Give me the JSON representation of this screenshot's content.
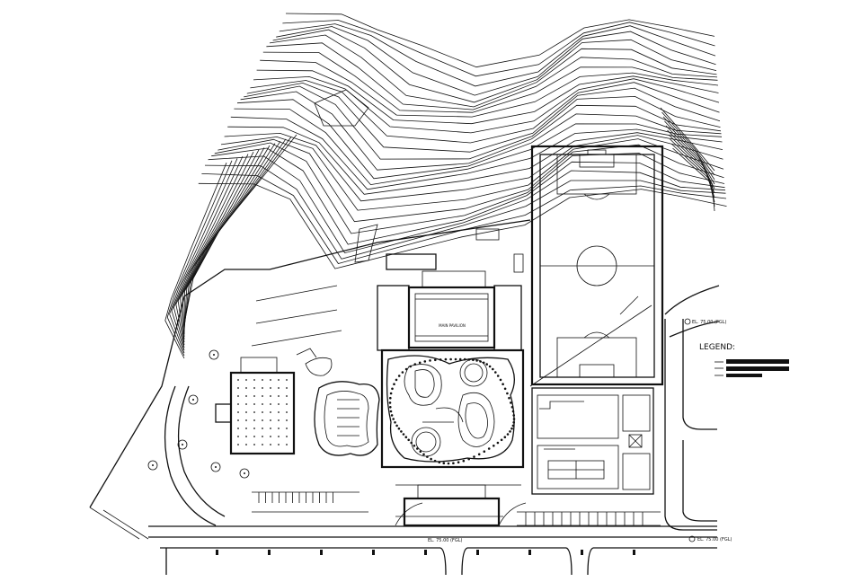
{
  "drawing": {
    "legend_title": "LEGEND:",
    "main_pavilion_label": "MAIN PAVILION",
    "road_level_left": "EL. 75.00 (FGL)",
    "road_level_right": "EL. 75.00 (FGL)",
    "road_level_east": "EL. 75.00 (FGL)"
  },
  "colors": {
    "ink": "#111111",
    "paper": "#ffffff"
  }
}
